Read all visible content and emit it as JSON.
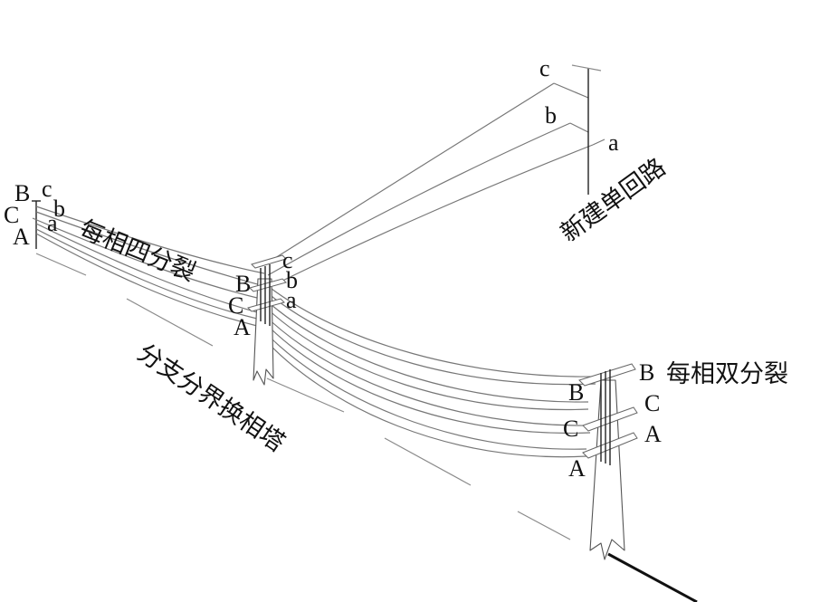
{
  "labels": {
    "left_end": {
      "B": "B",
      "C": "C",
      "A": "A",
      "c": "c",
      "b": "b",
      "a": "a"
    },
    "mid_tower": {
      "B": "B",
      "C": "C",
      "A": "A",
      "c": "c",
      "b": "b",
      "a": "a"
    },
    "new_line_end": {
      "c": "c",
      "b": "b",
      "a": "a"
    },
    "right_tower": {
      "B_left": "B",
      "C_left": "C",
      "A_left": "A",
      "B_right": "B",
      "C_right": "C",
      "A_right": "A"
    }
  },
  "captions": {
    "four_split": "每相四分裂",
    "branch_tower": "分支分界换相塔",
    "new_single_circuit": "新建单回路",
    "double_split": "每相双分裂"
  }
}
